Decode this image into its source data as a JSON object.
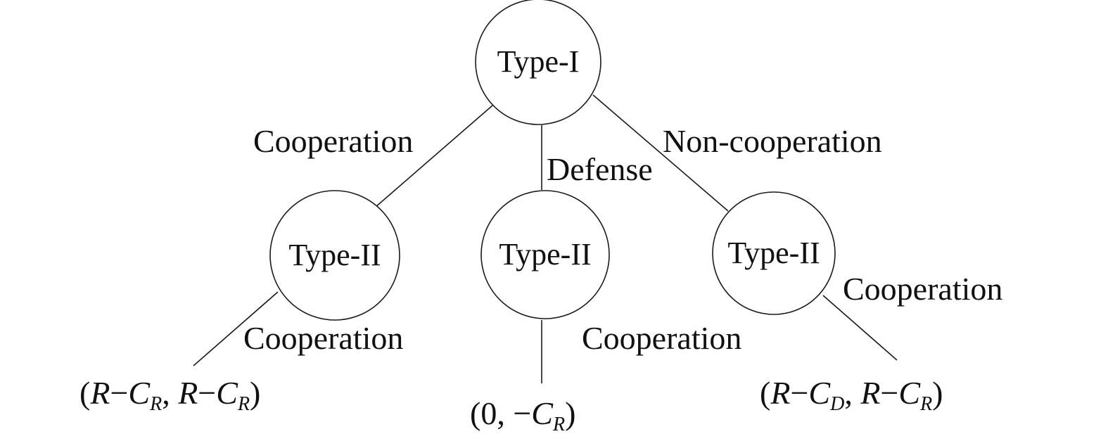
{
  "nodes": {
    "root": "Type-I",
    "left": "Type-II",
    "middle": "Type-II",
    "right": "Type-II"
  },
  "edges": {
    "root_left": "Cooperation",
    "root_middle": "Defense",
    "root_right": "Non-cooperation",
    "left_leaf": "Cooperation",
    "middle_leaf": "Cooperation",
    "right_leaf": "Cooperation"
  },
  "payoffs": {
    "left": {
      "open": "(",
      "R1": "R",
      "minus1": "−",
      "C1": "C",
      "sub1": "R",
      "comma": ", ",
      "R2": "R",
      "minus2": "−",
      "C2": "C",
      "sub2": "R",
      "close": ")"
    },
    "middle": {
      "open": "(0, −",
      "C1": "C",
      "sub1": "R",
      "close": ")"
    },
    "right": {
      "open": "(",
      "R1": "R",
      "minus1": "−",
      "C1": "C",
      "sub1": "D",
      "comma": ", ",
      "R2": "R",
      "minus2": "−",
      "C2": "C",
      "sub2": "R",
      "close": ")"
    }
  }
}
